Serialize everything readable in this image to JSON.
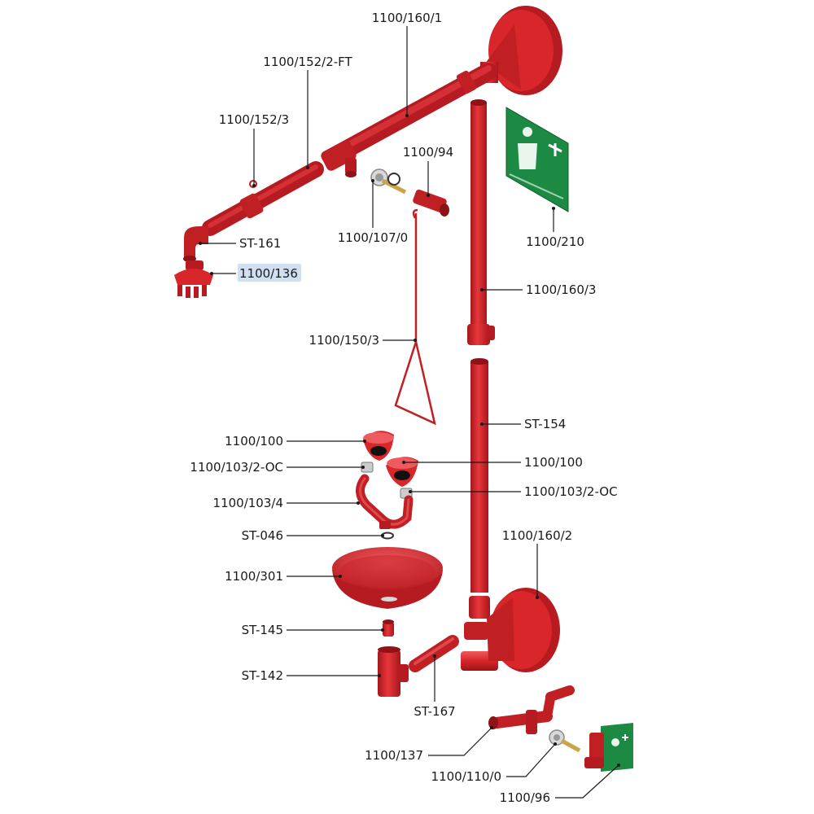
{
  "colors": {
    "part": "#d8262b",
    "part_dark": "#a5171c",
    "part_light": "#ee5a5d",
    "sign_green": "#1c8a43",
    "label_highlight": "#cfe0f3",
    "leader_line": "#1a1a1a"
  },
  "part_labels": {
    "pipe_top": "1100/160/1",
    "pipe_arm": "1100/152/2-FT",
    "pipe_clamp": "1100/152/3",
    "fitting_94": "1100/94",
    "valve_107": "1100/107/0",
    "sign_210": "1100/210",
    "elbow_161": "ST-161",
    "head_136": "1100/136",
    "pipe_upper": "1100/160/3",
    "pull_rod": "1100/150/3",
    "pipe_154": "ST-154",
    "cap_left": "1100/100",
    "cap_right": "1100/100",
    "nozzle_left": "1100/103/2-OC",
    "nozzle_right": "1100/103/2-OC",
    "eye_pipe": "1100/103/4",
    "oring_046": "ST-046",
    "flange_bottom": "1100/160/2",
    "bowl_301": "1100/301",
    "plug_145": "ST-145",
    "tee_142": "ST-142",
    "nipple_167": "ST-167",
    "pedal_137": "1100/137",
    "valve_110": "1100/110/0",
    "sign_96": "1100/96"
  },
  "highlighted_label": "head_136",
  "icons": {
    "sign_210": "emergency-shower-sign-icon",
    "sign_96": "eyewash-sign-icon"
  }
}
